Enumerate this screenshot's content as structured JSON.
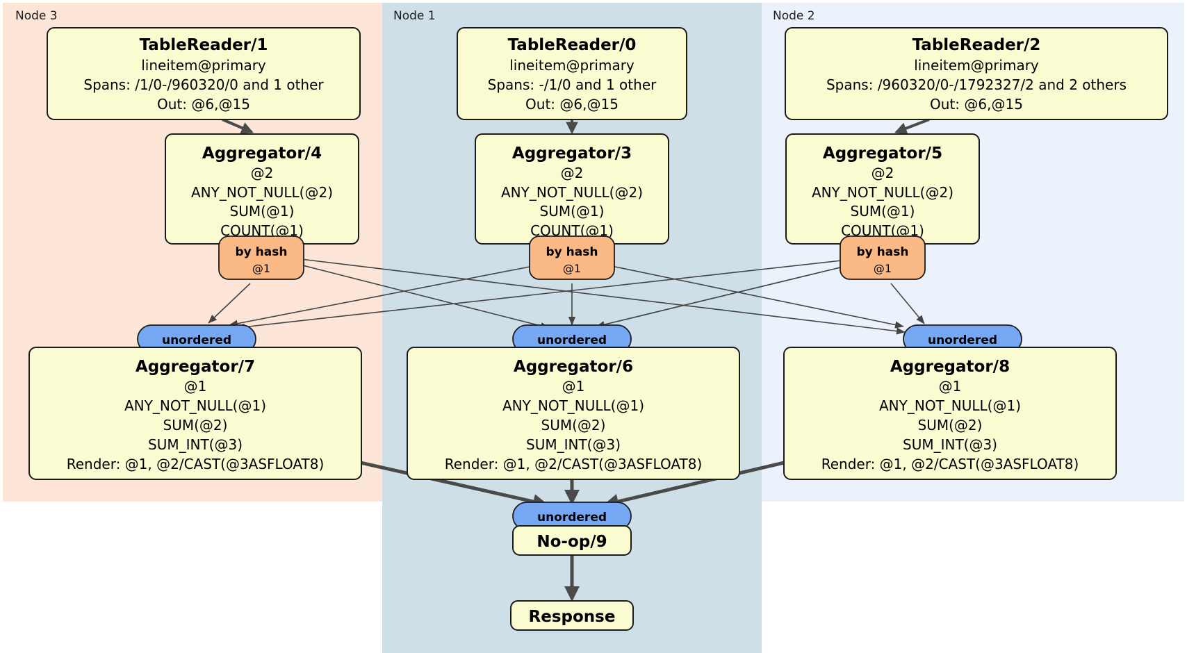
{
  "diagram": {
    "type": "distributed-query-plan",
    "background": "#ffffff",
    "colors": {
      "node3_region": "#fde5d8",
      "node1_region": "#cfdfe8",
      "node2_region": "#ecf2fc",
      "processor_box": "#fbfbd2",
      "hash_router": "#fbb985",
      "unordered_synchronizer": "#76a7f3",
      "edge": "#4a4a4a",
      "border": "#1a1a1a"
    },
    "regions": [
      {
        "id": "node3",
        "label": "Node 3"
      },
      {
        "id": "node1",
        "label": "Node 1"
      },
      {
        "id": "node2",
        "label": "Node 2"
      }
    ],
    "processors": {
      "table_reader_1": {
        "title": "TableReader/1",
        "lines": [
          "lineitem@primary",
          "Spans: /1/0-/960320/0 and 1 other",
          "Out: @6,@15"
        ]
      },
      "table_reader_0": {
        "title": "TableReader/0",
        "lines": [
          "lineitem@primary",
          "Spans: -/1/0 and 1 other",
          "Out: @6,@15"
        ]
      },
      "table_reader_2": {
        "title": "TableReader/2",
        "lines": [
          "lineitem@primary",
          "Spans: /960320/0-/1792327/2 and 2 others",
          "Out: @6,@15"
        ]
      },
      "aggregator_4": {
        "title": "Aggregator/4",
        "lines": [
          "@2",
          "ANY_NOT_NULL(@2)",
          "SUM(@1)",
          "COUNT(@1)"
        ]
      },
      "aggregator_3": {
        "title": "Aggregator/3",
        "lines": [
          "@2",
          "ANY_NOT_NULL(@2)",
          "SUM(@1)",
          "COUNT(@1)"
        ]
      },
      "aggregator_5": {
        "title": "Aggregator/5",
        "lines": [
          "@2",
          "ANY_NOT_NULL(@2)",
          "SUM(@1)",
          "COUNT(@1)"
        ]
      },
      "aggregator_7": {
        "title": "Aggregator/7",
        "lines": [
          "@1",
          "ANY_NOT_NULL(@1)",
          "SUM(@2)",
          "SUM_INT(@3)",
          "Render: @1, @2/CAST(@3ASFLOAT8)"
        ]
      },
      "aggregator_6": {
        "title": "Aggregator/6",
        "lines": [
          "@1",
          "ANY_NOT_NULL(@1)",
          "SUM(@2)",
          "SUM_INT(@3)",
          "Render: @1, @2/CAST(@3ASFLOAT8)"
        ]
      },
      "aggregator_8": {
        "title": "Aggregator/8",
        "lines": [
          "@1",
          "ANY_NOT_NULL(@1)",
          "SUM(@2)",
          "SUM_INT(@3)",
          "Render: @1, @2/CAST(@3ASFLOAT8)"
        ]
      },
      "noop_9": {
        "title": "No-op/9",
        "lines": []
      },
      "response": {
        "title": "Response",
        "lines": []
      }
    },
    "routers": {
      "hash_left": {
        "title": "by hash",
        "sub": "@1"
      },
      "hash_center": {
        "title": "by hash",
        "sub": "@1"
      },
      "hash_right": {
        "title": "by hash",
        "sub": "@1"
      }
    },
    "synchronizers": {
      "unordered_left": {
        "label": "unordered"
      },
      "unordered_center": {
        "label": "unordered"
      },
      "unordered_right": {
        "label": "unordered"
      },
      "unordered_final": {
        "label": "unordered"
      }
    }
  }
}
